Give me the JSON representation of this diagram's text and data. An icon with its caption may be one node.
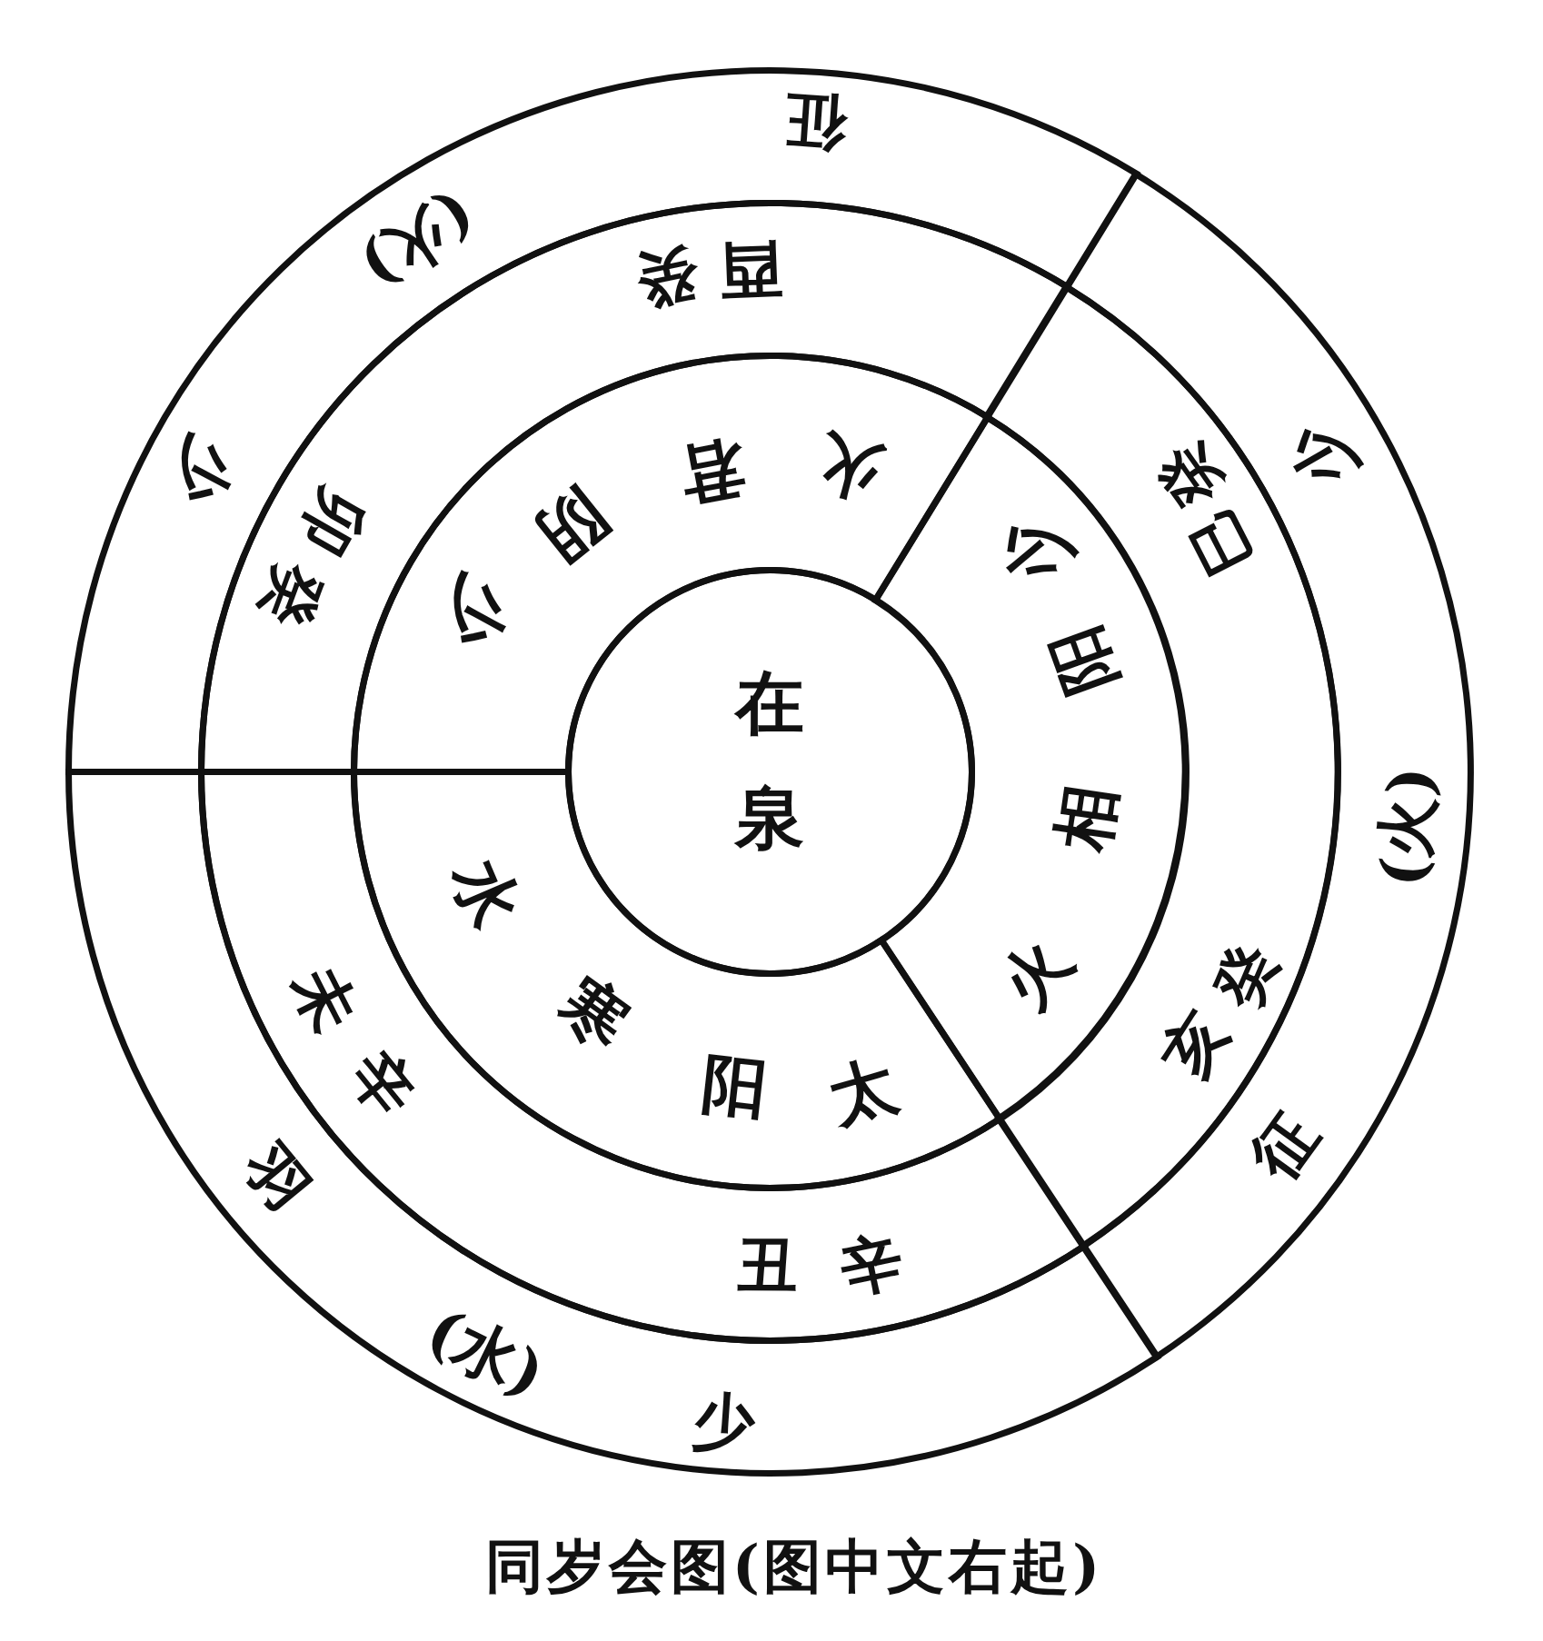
{
  "diagram": {
    "caption": "同岁会图(图中文右起)",
    "nodes": [
      {
        "text": [
          "在泉"
        ]
      },
      {
        "text": [
          "少阴君火"
        ]
      },
      {
        "text": [
          "少阳相火"
        ]
      },
      {
        "text": [
          "太阳寒水"
        ]
      },
      {
        "text": [
          "癸卯",
          "癸酉"
        ]
      },
      {
        "text": [
          "癸巳",
          "癸亥"
        ]
      },
      {
        "text": [
          "辛丑",
          "辛未"
        ]
      },
      {
        "text": [
          "少",
          "(火)",
          "征"
        ]
      },
      {
        "text": [
          "少",
          "(火)",
          "征"
        ]
      },
      {
        "text": [
          "少",
          "(水)",
          "羽"
        ]
      }
    ]
  }
}
